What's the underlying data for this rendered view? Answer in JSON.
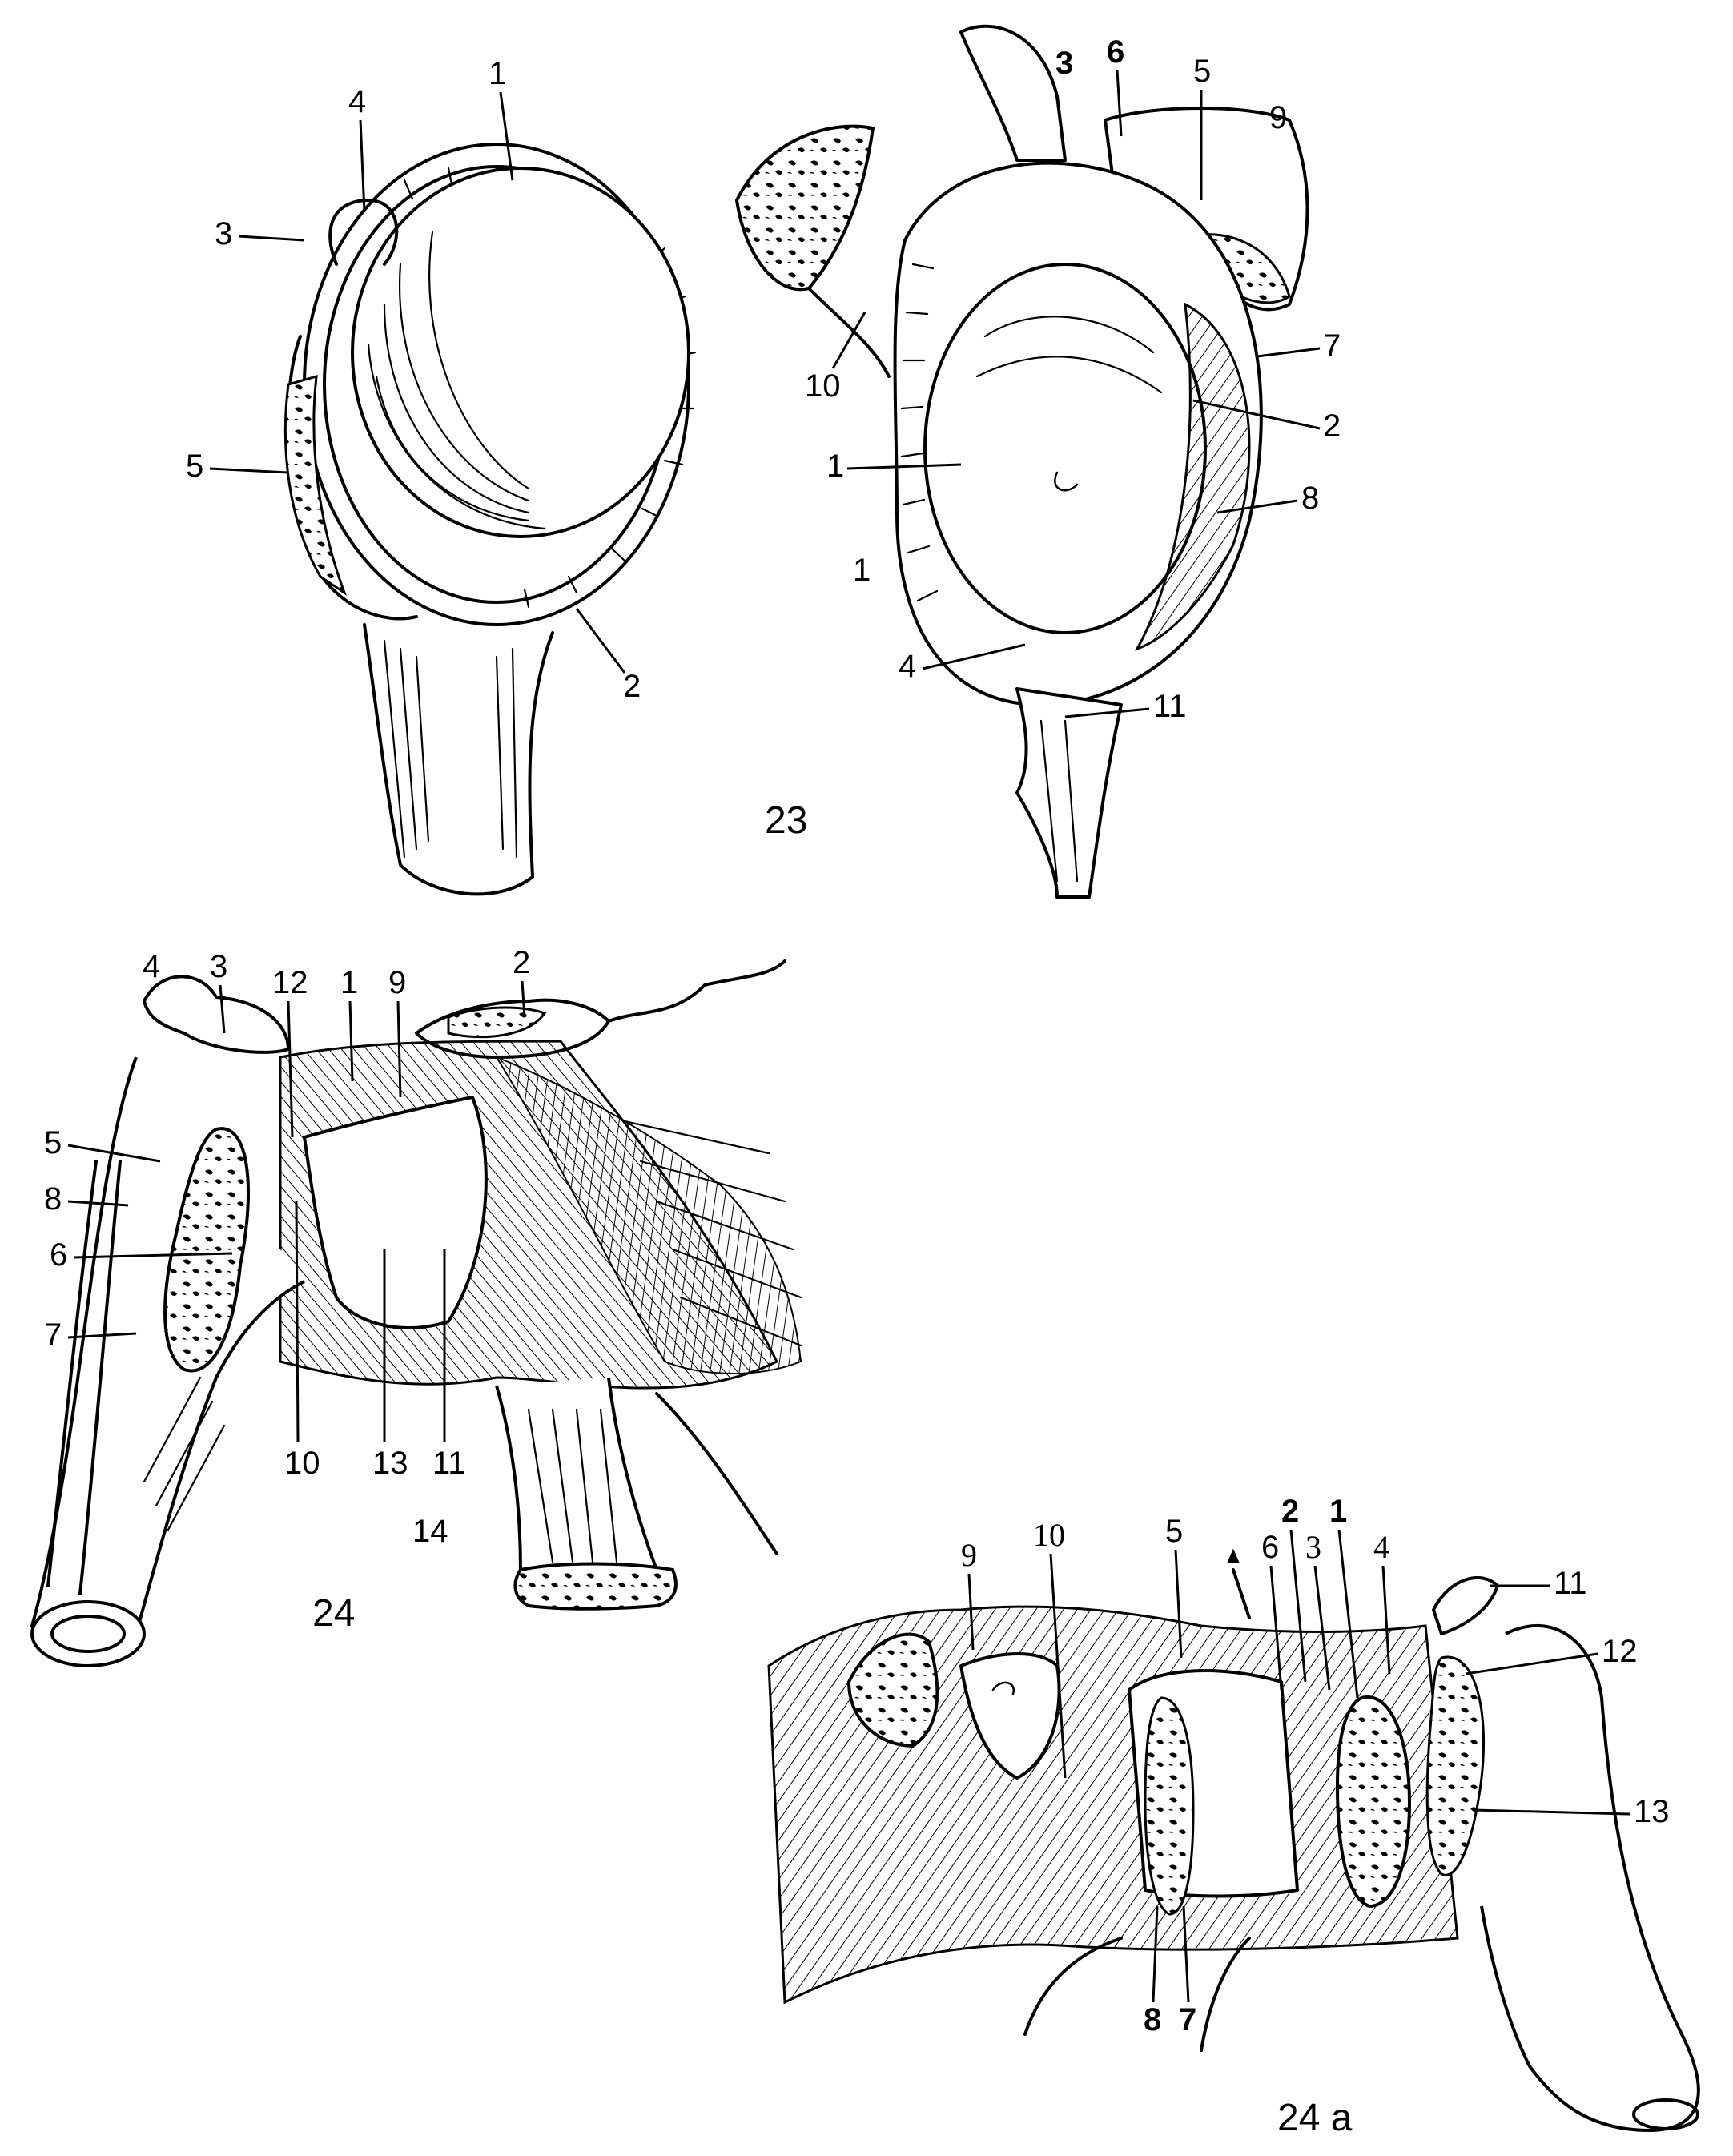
{
  "figures": {
    "fig23": {
      "caption": "23",
      "left_labels": [
        "1",
        "2",
        "3",
        "4",
        "5"
      ],
      "right_labels": [
        "1",
        "2",
        "3",
        "4",
        "5",
        "6",
        "7",
        "8",
        "9",
        "10",
        "11"
      ],
      "side_mark": "1"
    },
    "fig24": {
      "caption": "24",
      "labels": [
        "1",
        "2",
        "3",
        "4",
        "5",
        "6",
        "7",
        "8",
        "9",
        "10",
        "11",
        "12",
        "13",
        "14"
      ]
    },
    "fig24a": {
      "caption": "24 a",
      "labels": [
        "1",
        "2",
        "3",
        "4",
        "5",
        "6",
        "7",
        "8",
        "9",
        "10",
        "11",
        "12",
        "13"
      ]
    }
  }
}
